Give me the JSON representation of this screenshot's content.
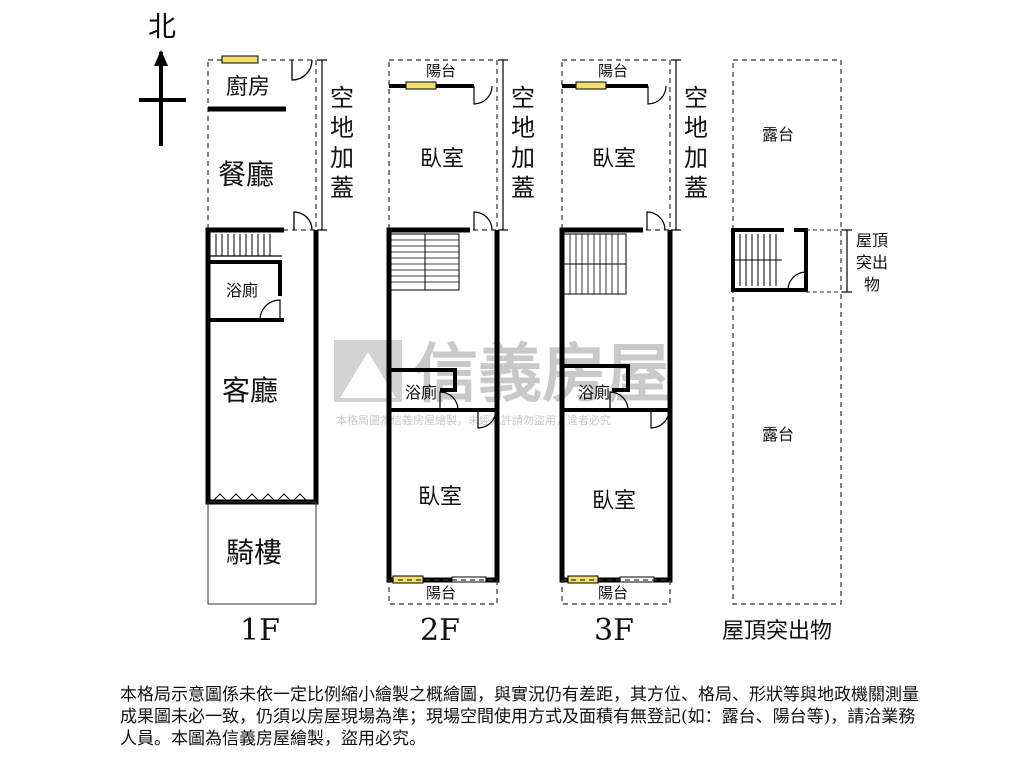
{
  "compass": {
    "north": "北"
  },
  "floor1": {
    "kitchen": "廚房",
    "dining": "餐廳",
    "bath": "浴廁",
    "living": "客廳",
    "arcade": "騎樓",
    "label": "1F",
    "annex": [
      "空",
      "地",
      "加",
      "蓋"
    ]
  },
  "floor2": {
    "balcony_top": "陽台",
    "bedroom_top": "臥室",
    "bath": "浴廁",
    "bedroom_bottom": "臥室",
    "balcony_bottom": "陽台",
    "label": "2F",
    "annex": [
      "空",
      "地",
      "加",
      "蓋"
    ]
  },
  "floor3": {
    "balcony_top": "陽台",
    "bedroom_top": "臥室",
    "bath": "浴廁",
    "bedroom_bottom": "臥室",
    "balcony_bottom": "陽台",
    "label": "3F",
    "annex": [
      "空",
      "地",
      "加",
      "蓋"
    ]
  },
  "roof": {
    "terrace_top": "露台",
    "terrace_bottom": "露台",
    "structure": [
      "屋頂",
      "突出",
      "物"
    ],
    "label": "屋頂突出物"
  },
  "watermark": {
    "brand": "信義房屋",
    "notice": "本格局圖為信義房屋繪製，未經允許請勿盜用，違者必究"
  },
  "disclaimer": "本格局示意圖係未依一定比例縮小繪製之概繪圖，與實況仍有差距，其方位、格局、形狀等與地政機關測量成果圖未必一致，仍須以房屋現場為準；現場空間使用方式及面積有無登記(如：露台、陽台等)，請洽業務人員。本圖為信義房屋繪製，盜用必究。"
}
